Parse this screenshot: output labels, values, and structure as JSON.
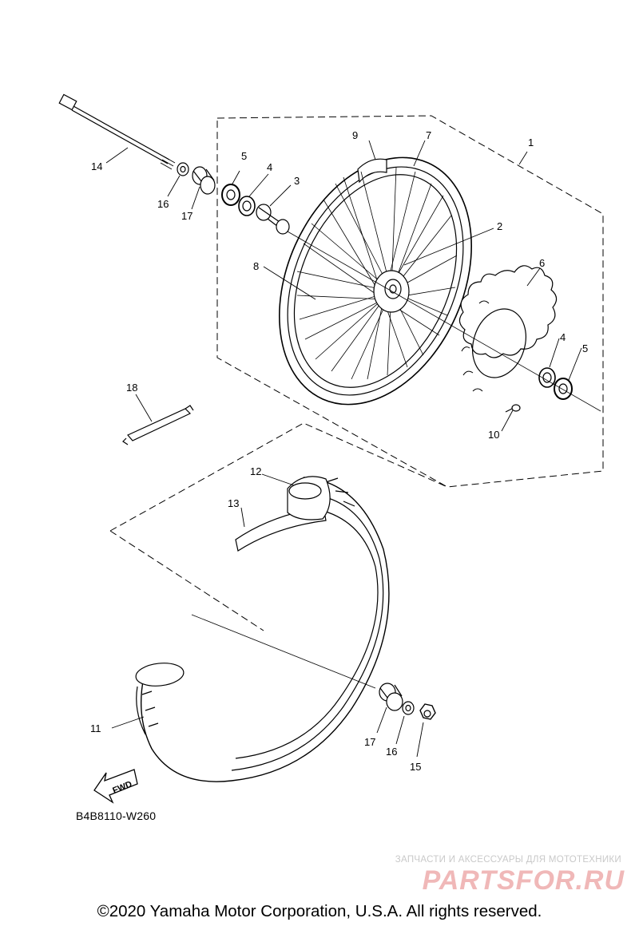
{
  "callouts": {
    "c1": "1",
    "c2": "2",
    "c3": "3",
    "c4a": "4",
    "c4b": "4",
    "c5a": "5",
    "c5b": "5",
    "c6": "6",
    "c7": "7",
    "c8": "8",
    "c9": "9",
    "c10": "10",
    "c11": "11",
    "c12": "12",
    "c13": "13",
    "c14": "14",
    "c15": "15",
    "c16a": "16",
    "c16b": "16",
    "c17a": "17",
    "c17b": "17",
    "c18": "18"
  },
  "fwd_label": "FWD",
  "diagram_code": "B4B8110-W260",
  "copyright": "©2020 Yamaha Motor Corporation, U.S.A. All rights reserved.",
  "watermark": {
    "tagline": "ЗАПЧАСТИ И АКСЕССУАРЫ ДЛЯ МОТОТЕХНИКИ",
    "logo": "PARTSFOR.RU"
  }
}
